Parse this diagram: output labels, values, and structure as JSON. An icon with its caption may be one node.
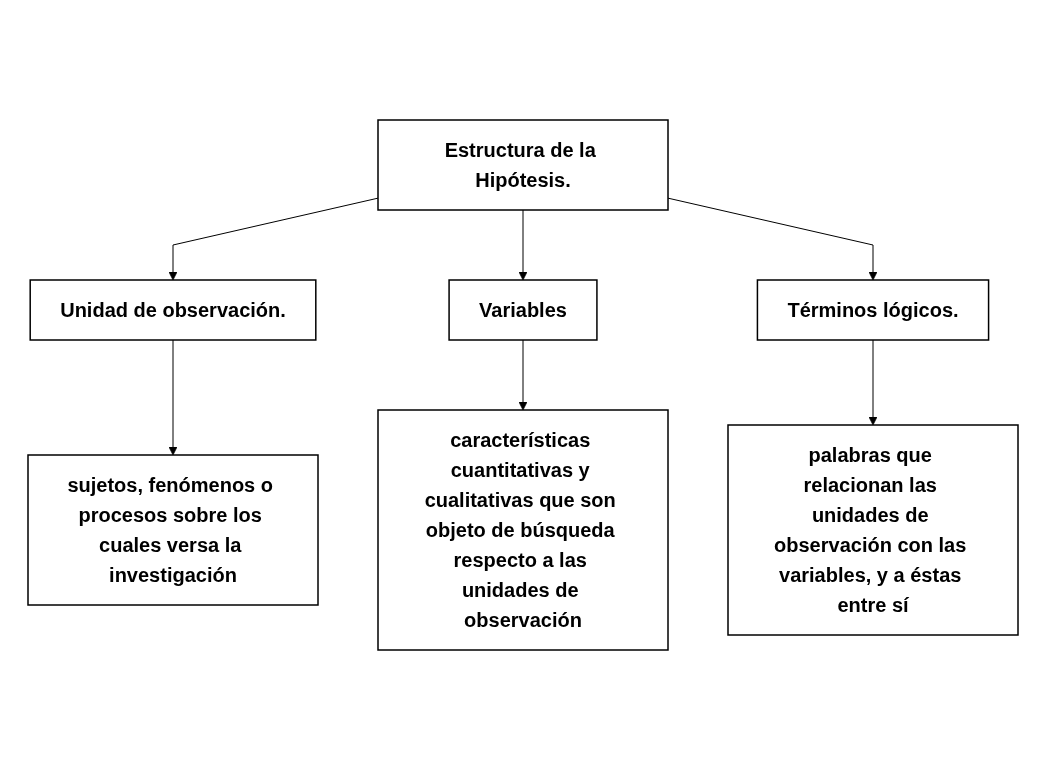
{
  "diagram": {
    "nodes": [
      {
        "text": [
          "Estructura de la Hipótesis."
        ]
      },
      {
        "text": [
          "Unidad de observación."
        ]
      },
      {
        "text": [
          "Variables"
        ]
      },
      {
        "text": [
          "Términos lógicos."
        ]
      },
      {
        "text": [
          "sujetos, fenómenos o procesos sobre los cuales versa la investigación"
        ]
      },
      {
        "text": [
          "características cuantitativas y cualitativas que son objeto de búsqueda respecto a las unidades de observación"
        ]
      },
      {
        "text": [
          "palabras que relacionan las unidades de observación con las variables, y a éstas entre sí"
        ]
      }
    ],
    "edges": [
      {
        "from": 0,
        "to": 1,
        "arrow": "to"
      },
      {
        "from": 0,
        "to": 2,
        "arrow": "to"
      },
      {
        "from": 0,
        "to": 3,
        "arrow": "to"
      },
      {
        "from": 1,
        "to": 4,
        "arrow": "to"
      },
      {
        "from": 2,
        "to": 5,
        "arrow": "to"
      },
      {
        "from": 3,
        "to": 6,
        "arrow": "to"
      }
    ]
  }
}
